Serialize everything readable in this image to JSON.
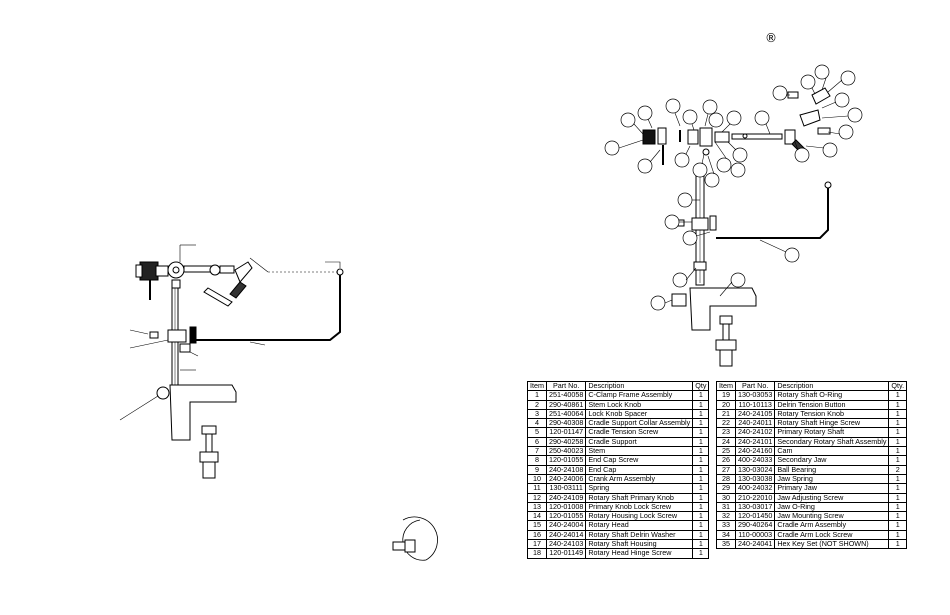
{
  "registered_mark": "®",
  "table_headers": {
    "item": "Item",
    "part_no": "Part No.",
    "description": "Description",
    "qty_left": "Qty",
    "qty_right": "Qty."
  },
  "parts_left": [
    {
      "item": "1",
      "part_no": "251-40058",
      "description": "C-Clamp Frame Assembly",
      "qty": "1"
    },
    {
      "item": "2",
      "part_no": "290-40861",
      "description": "Stem Lock Knob",
      "qty": "1"
    },
    {
      "item": "3",
      "part_no": "251-40064",
      "description": "Lock Knob Spacer",
      "qty": "1"
    },
    {
      "item": "4",
      "part_no": "290-40308",
      "description": "Cradle Support Collar Assembly",
      "qty": "1"
    },
    {
      "item": "5",
      "part_no": "120-01147",
      "description": "Cradle Tension Screw",
      "qty": "1"
    },
    {
      "item": "6",
      "part_no": "290-40258",
      "description": "Cradle Support",
      "qty": "1"
    },
    {
      "item": "7",
      "part_no": "250-40023",
      "description": "Stem",
      "qty": "1"
    },
    {
      "item": "8",
      "part_no": "120-01055",
      "description": "End Cap Screw",
      "qty": "1"
    },
    {
      "item": "9",
      "part_no": "240-24108",
      "description": "End Cap",
      "qty": "1"
    },
    {
      "item": "10",
      "part_no": "240-24006",
      "description": "Crank Arm Assembly",
      "qty": "1"
    },
    {
      "item": "11",
      "part_no": "130-03111",
      "description": "Spring",
      "qty": "1"
    },
    {
      "item": "12",
      "part_no": "240-24109",
      "description": "Rotary Shaft Primary Knob",
      "qty": "1"
    },
    {
      "item": "13",
      "part_no": "120-01008",
      "description": "Primary Knob Lock Screw",
      "qty": "1"
    },
    {
      "item": "14",
      "part_no": "120-01055",
      "description": "Rotary Housing Lock Screw",
      "qty": "1"
    },
    {
      "item": "15",
      "part_no": "240-24004",
      "description": "Rotary Head",
      "qty": "1"
    },
    {
      "item": "16",
      "part_no": "240-24014",
      "description": "Rotary Shaft Delrin Washer",
      "qty": "1"
    },
    {
      "item": "17",
      "part_no": "240-24103",
      "description": "Rotary Shaft Housing",
      "qty": "1"
    },
    {
      "item": "18",
      "part_no": "120-01149",
      "description": "Rotary Head Hinge Screw",
      "qty": "1"
    }
  ],
  "parts_right": [
    {
      "item": "19",
      "part_no": "130-03053",
      "description": "Rotary Shaft O-Ring",
      "qty": "1"
    },
    {
      "item": "20",
      "part_no": "110-10113",
      "description": "Delrin Tension Button",
      "qty": "1"
    },
    {
      "item": "21",
      "part_no": "240-24105",
      "description": "Rotary Tension Knob",
      "qty": "1"
    },
    {
      "item": "22",
      "part_no": "240-24011",
      "description": "Rotary Shaft Hinge Screw",
      "qty": "1"
    },
    {
      "item": "23",
      "part_no": "240-24102",
      "description": "Primary Rotary Shaft",
      "qty": "1"
    },
    {
      "item": "24",
      "part_no": "240-24101",
      "description": "Secondary Rotary Shaft Assembly",
      "qty": "1"
    },
    {
      "item": "25",
      "part_no": "240-24160",
      "description": "Cam",
      "qty": "1"
    },
    {
      "item": "26",
      "part_no": "400-24033",
      "description": "Secondary Jaw",
      "qty": "1"
    },
    {
      "item": "27",
      "part_no": "130-03024",
      "description": "Ball Bearing",
      "qty": "2"
    },
    {
      "item": "28",
      "part_no": "130-03038",
      "description": "Jaw Spring",
      "qty": "1"
    },
    {
      "item": "29",
      "part_no": "400-24032",
      "description": "Primary Jaw",
      "qty": "1"
    },
    {
      "item": "30",
      "part_no": "210-22010",
      "description": "Jaw Adjusting Screw",
      "qty": "1"
    },
    {
      "item": "31",
      "part_no": "130-03017",
      "description": "Jaw O-Ring",
      "qty": "1"
    },
    {
      "item": "32",
      "part_no": "120-01450",
      "description": "Jaw Mounting Screw",
      "qty": "1"
    },
    {
      "item": "33",
      "part_no": "290-40264",
      "description": "Cradle Arm Assembly",
      "qty": "1"
    },
    {
      "item": "34",
      "part_no": "110-00003",
      "description": "Cradle Arm Lock Screw",
      "qty": "1"
    },
    {
      "item": "35",
      "part_no": "240-24041",
      "description": "Hex Key Set (NOT SHOWN)",
      "qty": "1"
    }
  ]
}
